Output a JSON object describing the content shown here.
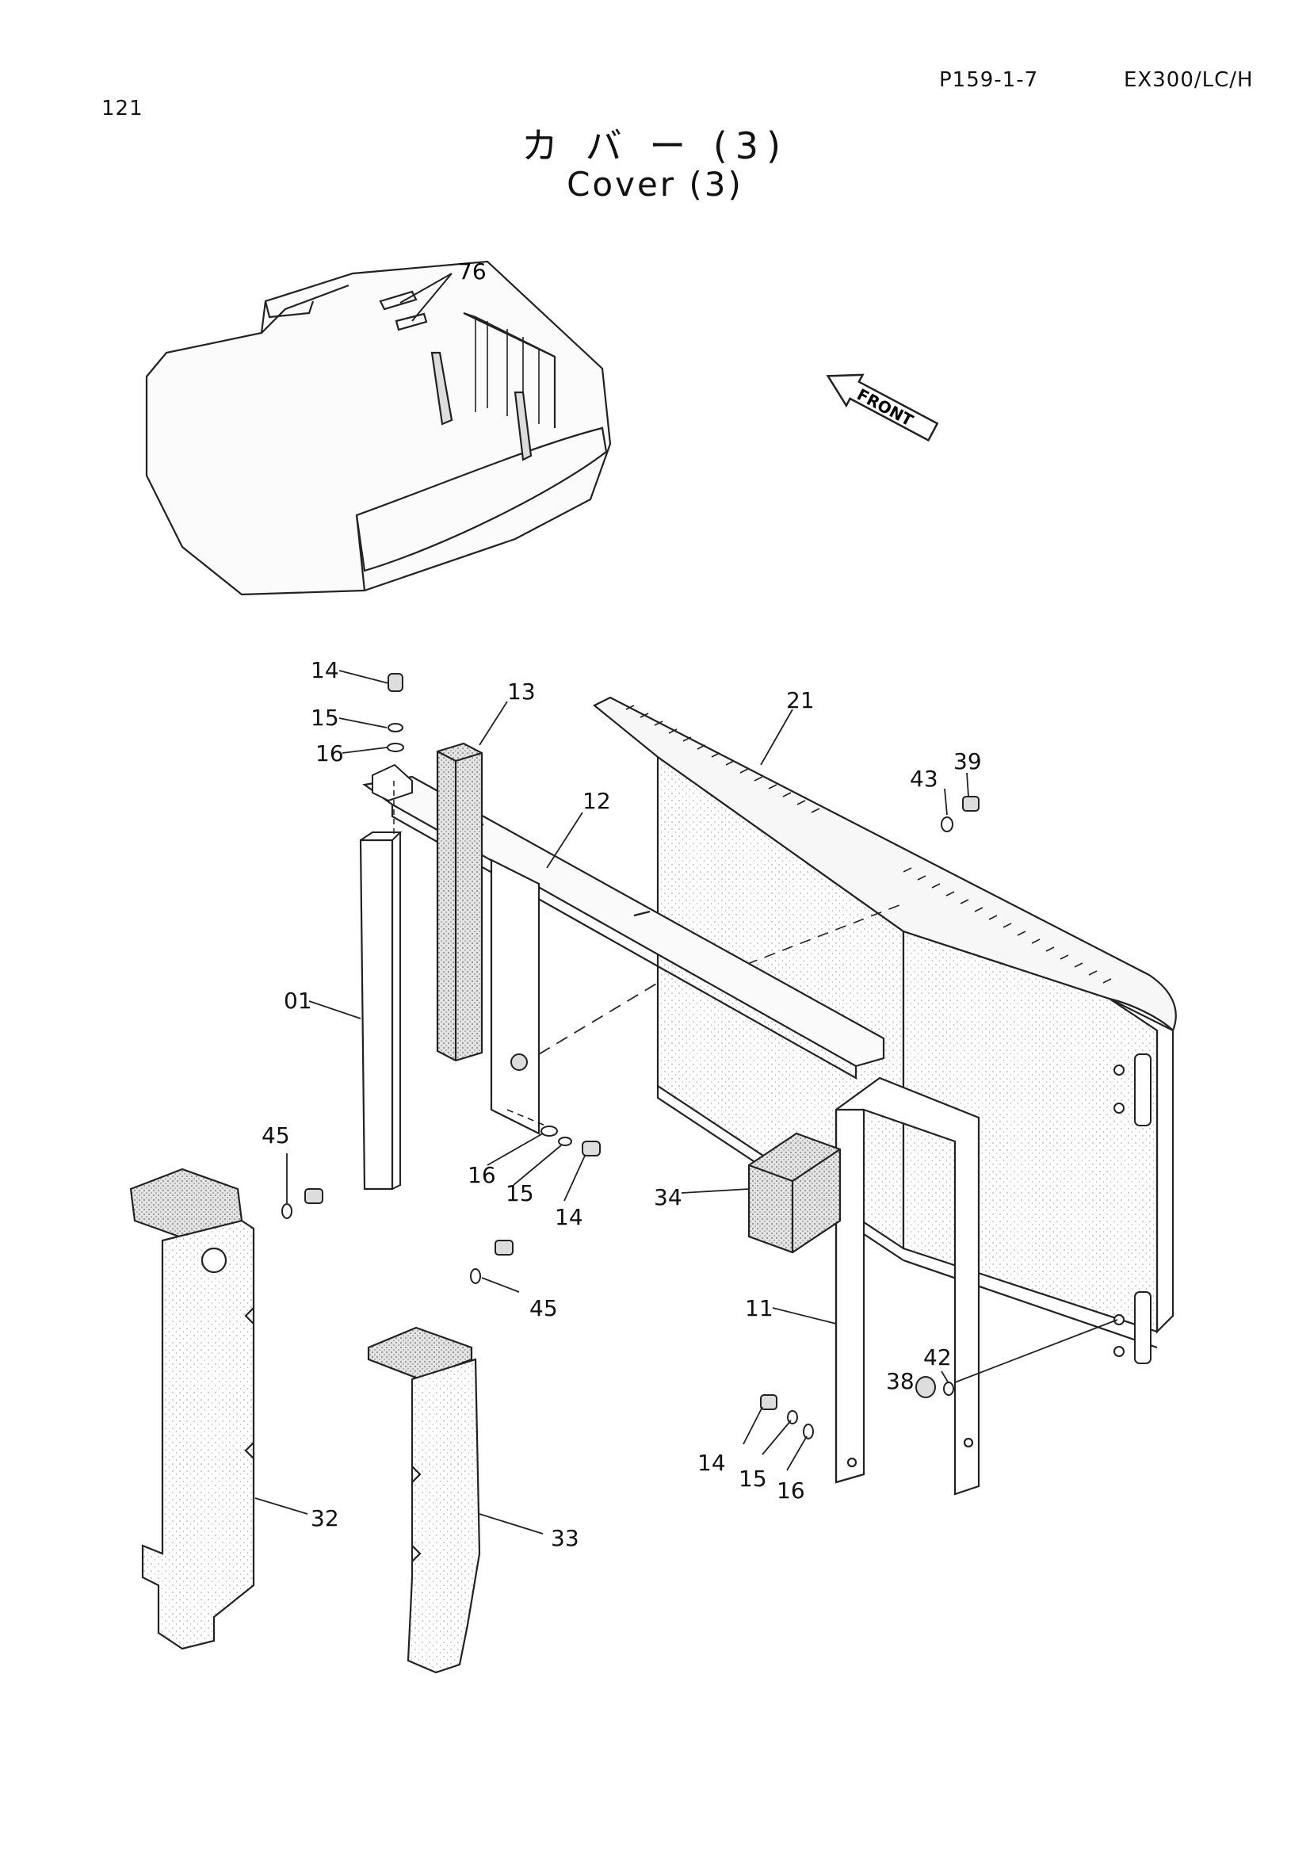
{
  "header": {
    "page_number": "121",
    "ref_code": "P159-1-7",
    "model": "EX300/LC/H"
  },
  "title": {
    "japanese": "カ バ ー (3)",
    "english": "Cover (3)"
  },
  "overview": {
    "callout": "76",
    "direction_label": "FRONT"
  },
  "parts": {
    "p14a": "14",
    "p15a": "15",
    "p16a": "16",
    "p13": "13",
    "p12": "12",
    "p21": "21",
    "p43": "43",
    "p39": "39",
    "p01": "01",
    "p45a": "45",
    "p16b": "16",
    "p15b": "15",
    "p14b": "14",
    "p34": "34",
    "p45b": "45",
    "p11": "11",
    "p42": "42",
    "p38": "38",
    "p14c": "14",
    "p15c": "15",
    "p16c": "16",
    "p32": "32",
    "p33": "33"
  }
}
